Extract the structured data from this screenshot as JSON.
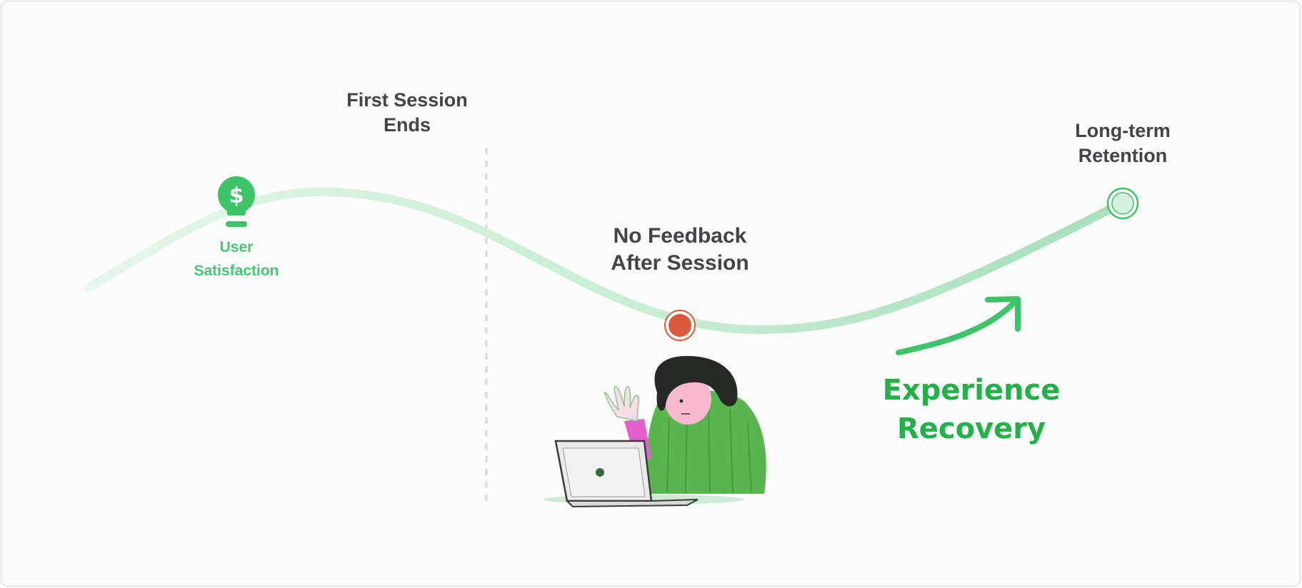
{
  "labels": {
    "first_session": [
      "First Session",
      "Ends"
    ],
    "no_feedback": [
      "No Feedback",
      "After Session"
    ],
    "long_term": [
      "Long-term",
      "Retention"
    ],
    "user_satisfaction": [
      "User",
      "Satisfaction"
    ],
    "experience_recovery": [
      "Experience",
      "Recovery"
    ]
  },
  "icons": {
    "satisfaction": "lightbulb-dollar-icon",
    "drop_point": "red-dot-marker",
    "end_point": "green-ring-marker",
    "recovery_arrow": "curved-arrow-icon",
    "illustration": "woman-at-laptop-illustration"
  },
  "colors": {
    "curve_light": "#e3f5e8",
    "curve_dark": "#a9e2bd",
    "accent_green": "#3dc468",
    "label_green": "#47c574",
    "recovery_green": "#21b148",
    "drop_red": "#d9593a",
    "label_gray": "#444448",
    "divider": "#d6d6d6"
  }
}
